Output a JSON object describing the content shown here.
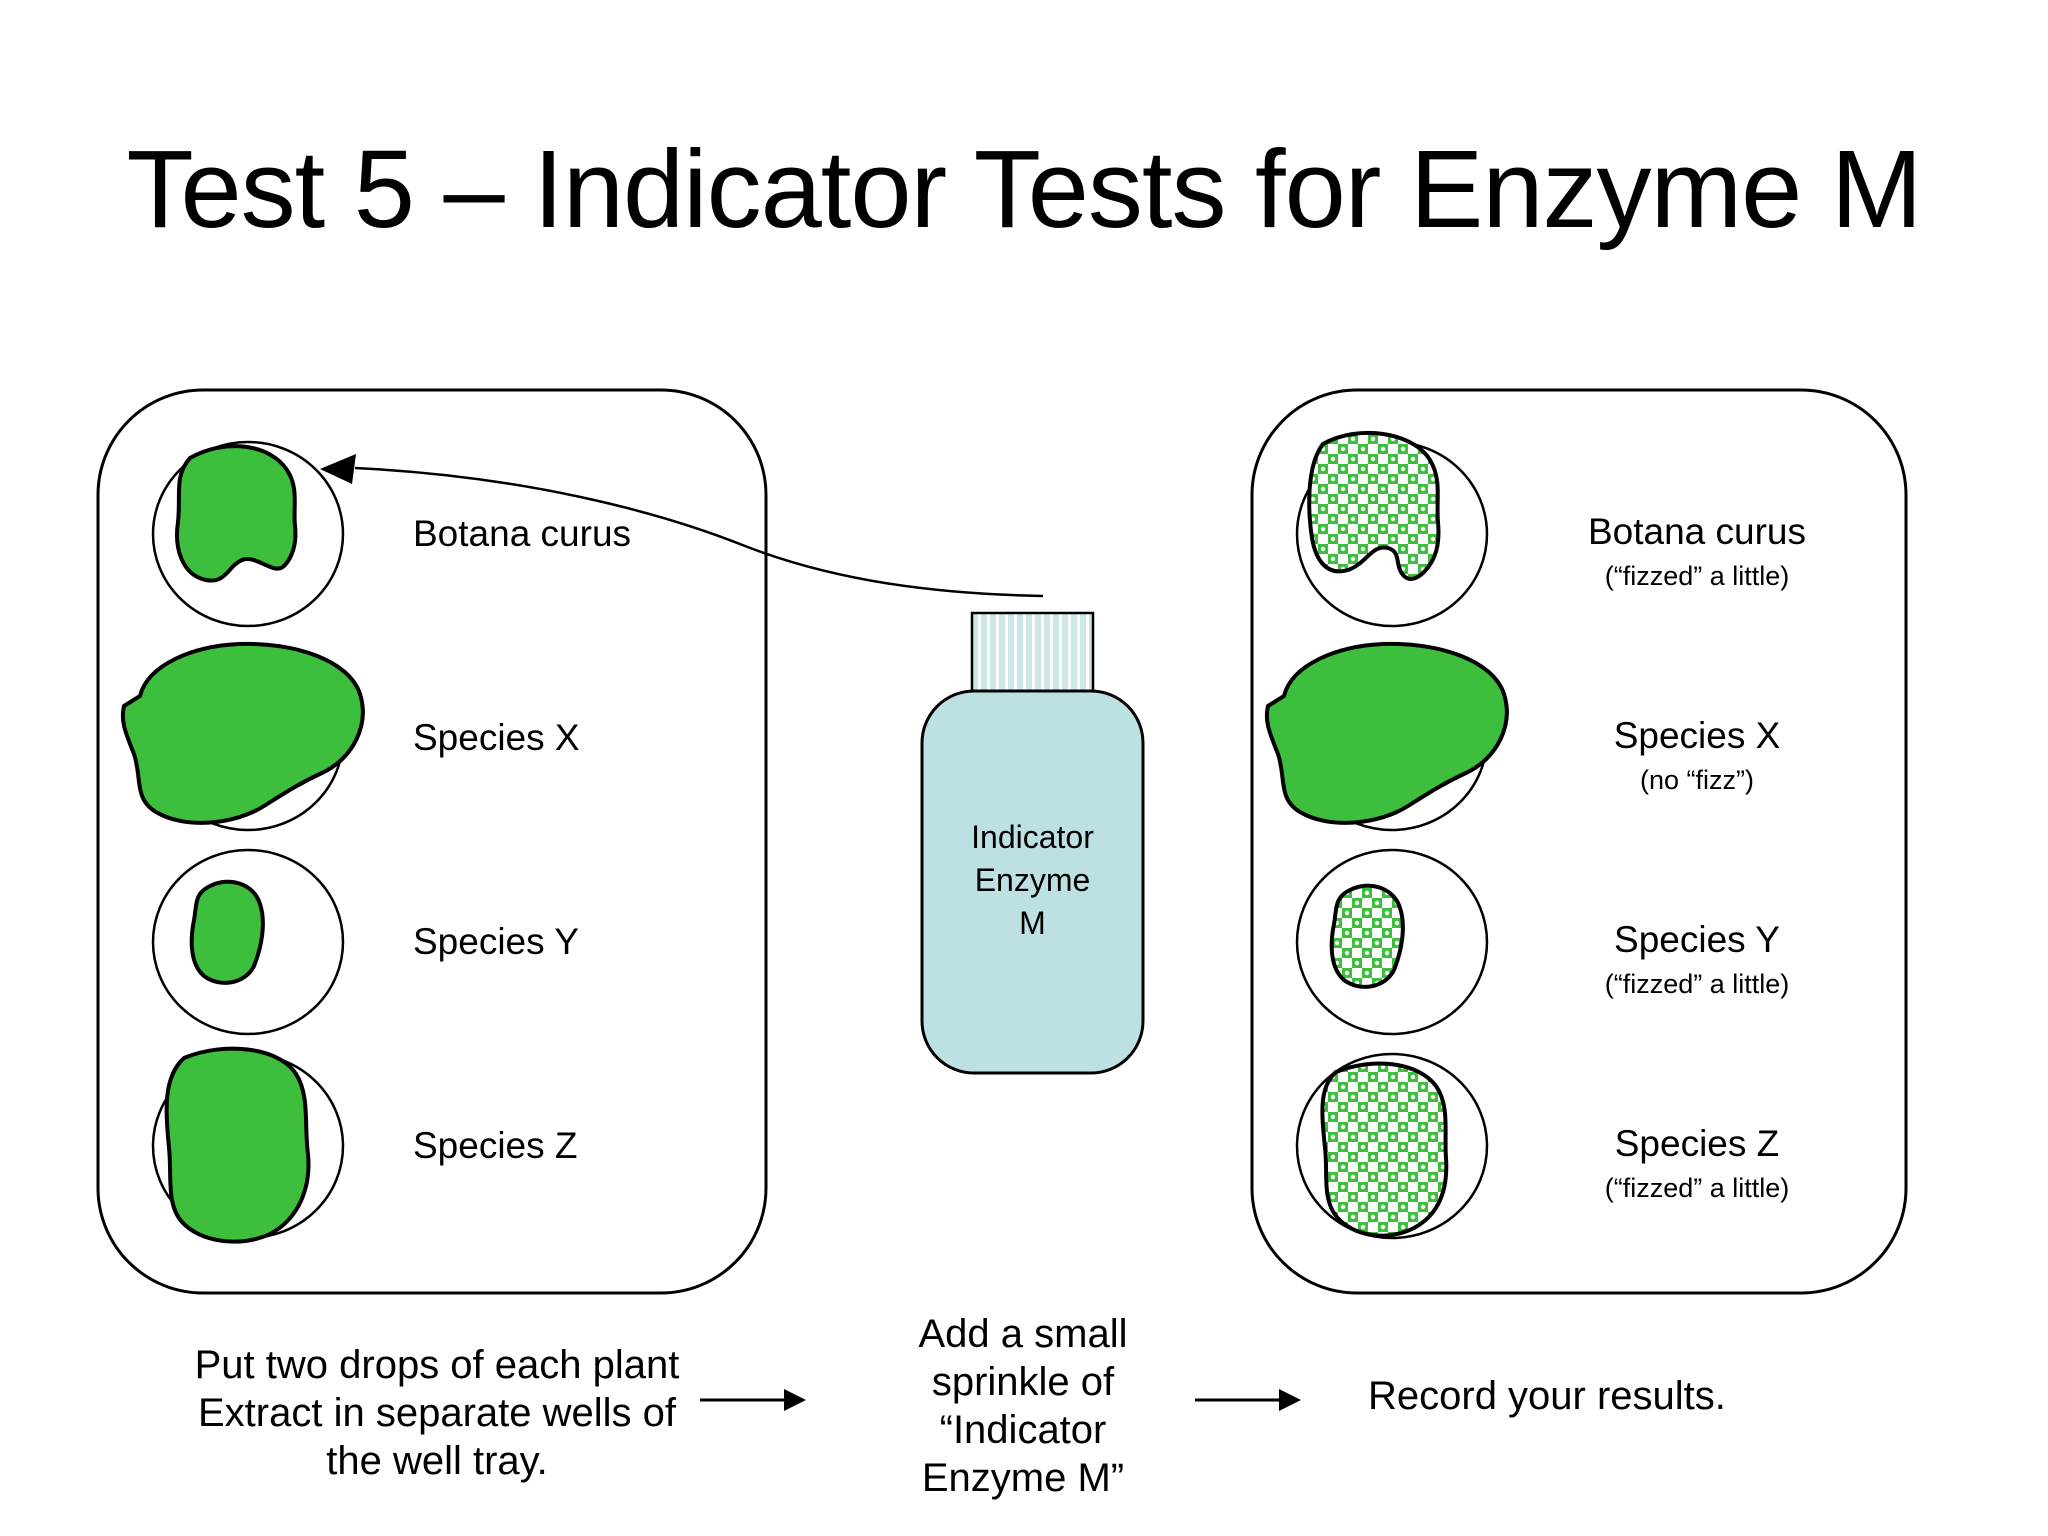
{
  "slide": {
    "title": "Test 5 – Indicator Tests for Enzyme M"
  },
  "left_tray": {
    "wells": [
      {
        "label": "Botana curus"
      },
      {
        "label": "Species X"
      },
      {
        "label": "Species Y"
      },
      {
        "label": "Species Z"
      }
    ]
  },
  "right_tray": {
    "wells": [
      {
        "label": "Botana curus",
        "result": "(“fizzed” a little)"
      },
      {
        "label": "Species X",
        "result": "(no “fizz”)"
      },
      {
        "label": "Species Y",
        "result": "(“fizzed” a little)"
      },
      {
        "label": "Species Z",
        "result": "(“fizzed” a little)"
      }
    ]
  },
  "bottle": {
    "lines": [
      "Indicator",
      "Enzyme",
      "M"
    ]
  },
  "steps": [
    {
      "lines": [
        "Put two drops of each plant",
        "Extract in separate wells of",
        "the well tray."
      ]
    },
    {
      "lines": [
        "Add a small",
        "sprinkle of",
        "“Indicator",
        "Enzyme M”"
      ]
    },
    {
      "lines": [
        "Record your results."
      ]
    }
  ],
  "colors": {
    "extract_green": "#3dbe3d",
    "bottle_blue": "#bde0e2",
    "cap_blue": "#cbe7e8",
    "outline": "#000000"
  }
}
